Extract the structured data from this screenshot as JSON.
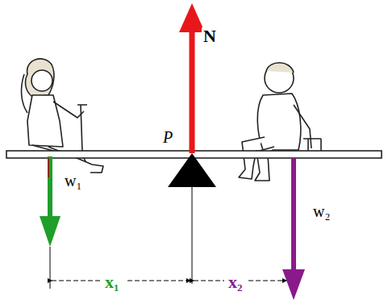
{
  "diagram": {
    "labels": [
      "N",
      "P",
      "w₁",
      "w₂",
      "x₁",
      "x₂"
    ]
  }
}
